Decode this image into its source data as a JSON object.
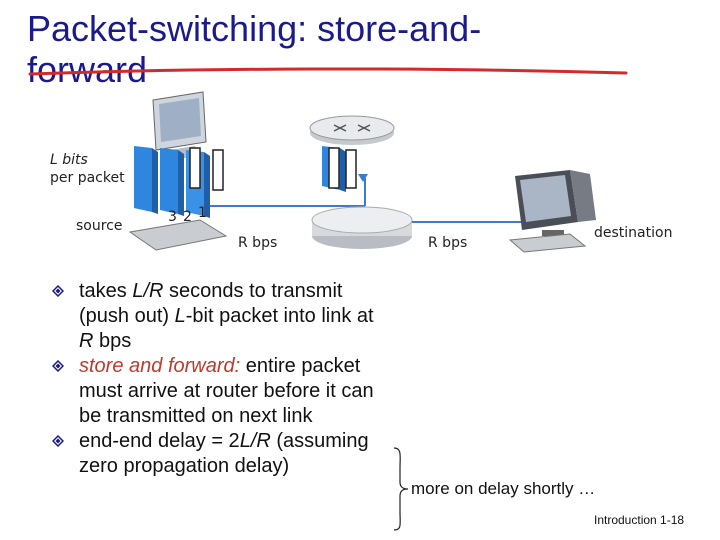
{
  "slide": {
    "title": "Packet-switching: store-and-forward",
    "footer": "Introduction 1-18"
  },
  "diagram": {
    "l_bits_label": "L bits",
    "per_packet_label": "per packet",
    "source_label": "source",
    "packet_numbers": [
      "3",
      "2",
      "1"
    ],
    "link1_rate": "R bps",
    "link2_rate": "R bps",
    "destination_label": "destination"
  },
  "bullets": {
    "b1": {
      "p1": "takes ",
      "e1": "L/R",
      "p2": " seconds to transmit (push out) ",
      "e2": "L",
      "p3": "-bit packet into link at ",
      "e3": "R",
      "p4": " bps"
    },
    "b2": {
      "red": "store and forward:",
      "rest": " entire packet must  arrive at router before it can be transmitted on next link"
    },
    "b3": {
      "p1": "end-end delay = 2",
      "e1": "L/R",
      "p2": " (assuming zero propagation delay)"
    }
  },
  "side_note": "more on delay shortly …",
  "colors": {
    "title": "#1a1a8c",
    "underline": "#d42a2a",
    "accent": "#c0392b",
    "link": "#3a7bd5",
    "packet": "#2e86de"
  }
}
